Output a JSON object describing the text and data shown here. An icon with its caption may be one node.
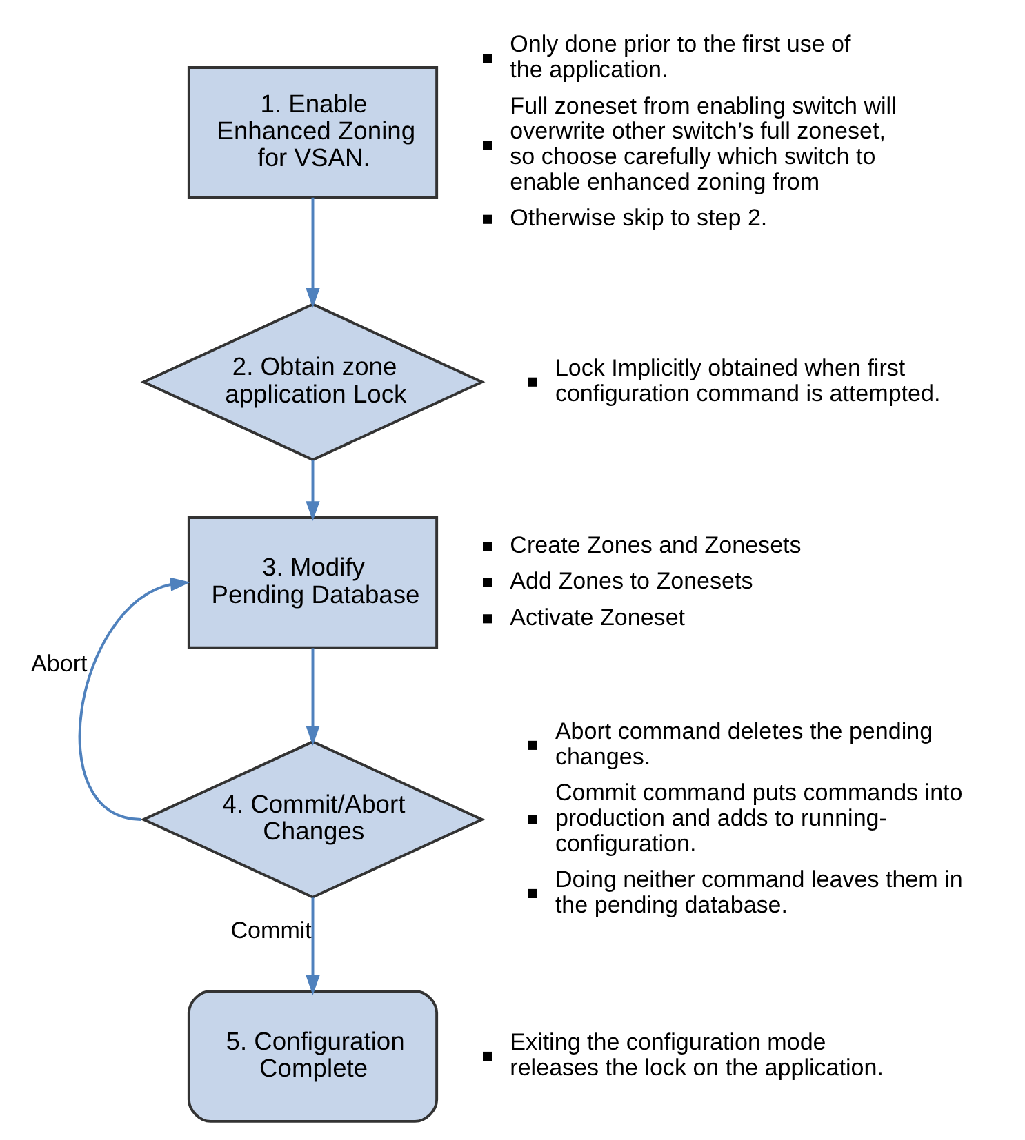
{
  "diagram": {
    "nodes": [
      {
        "text": [
          "1. Enable Enhanced Zoning for VSAN."
        ],
        "beside": [
          "Only done prior to the first use of the application.",
          "Full zoneset from enabling switch will overwrite other switch’s full zoneset, so choose carefully which switch to enable enhanced zoning from",
          "Otherwise skip to step 2."
        ]
      },
      {
        "text": [
          "2. Obtain zone application Lock"
        ],
        "beside": [
          "Lock Implicitly obtained when first configuration command is attempted."
        ]
      },
      {
        "text": [
          "3. Modify Pending Database"
        ],
        "beside": [
          "Create Zones and Zonesets",
          "Add Zones to Zonesets",
          "Activate Zoneset"
        ]
      },
      {
        "text": [
          "4. Commit/Abort Changes"
        ],
        "beside": [
          "Abort command deletes the pending changes.",
          "Commit command puts commands into production and adds to running-configuration.",
          "Doing neither command leaves them in the pending database."
        ]
      },
      {
        "text": [
          "5. Configuration Complete"
        ],
        "beside": [
          "Exiting the configuration mode releases the lock on the application."
        ]
      }
    ],
    "edges": [
      {
        "from": 0,
        "to": 1,
        "arrow": "to"
      },
      {
        "from": 1,
        "to": 2,
        "arrow": "to"
      },
      {
        "from": 2,
        "to": 3,
        "arrow": "to"
      },
      {
        "from": 3,
        "to": 2,
        "arrow": "to",
        "label": "Abort"
      },
      {
        "from": 3,
        "to": 4,
        "arrow": "to",
        "label": "Commit"
      }
    ]
  }
}
